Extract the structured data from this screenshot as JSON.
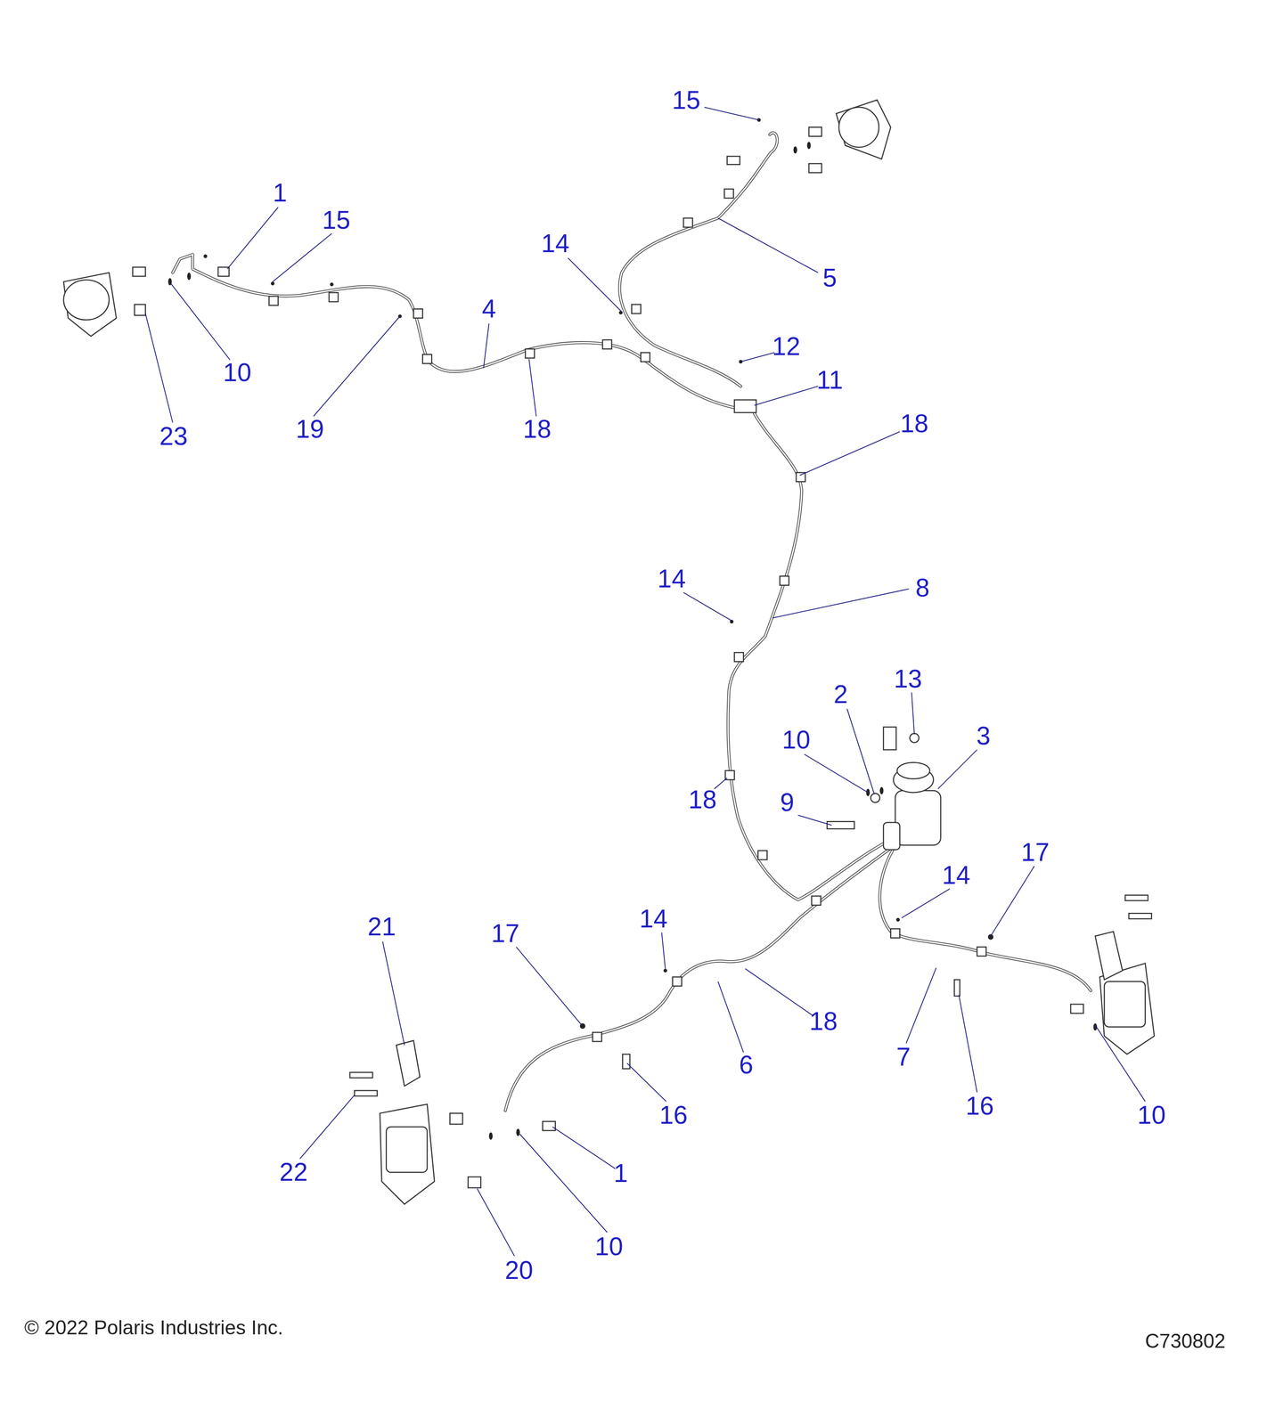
{
  "diagram": {
    "labels": [
      "15",
      "1",
      "15",
      "14",
      "5",
      "4",
      "12",
      "10",
      "11",
      "18",
      "19",
      "18",
      "23",
      "14",
      "8",
      "13",
      "2",
      "3",
      "10",
      "18",
      "9",
      "17",
      "14",
      "21",
      "14",
      "17",
      "18",
      "7",
      "6",
      "16",
      "16",
      "10",
      "22",
      "1",
      "10",
      "20",
      "© 2022 Polaris Industries Inc.",
      "C730802"
    ]
  }
}
